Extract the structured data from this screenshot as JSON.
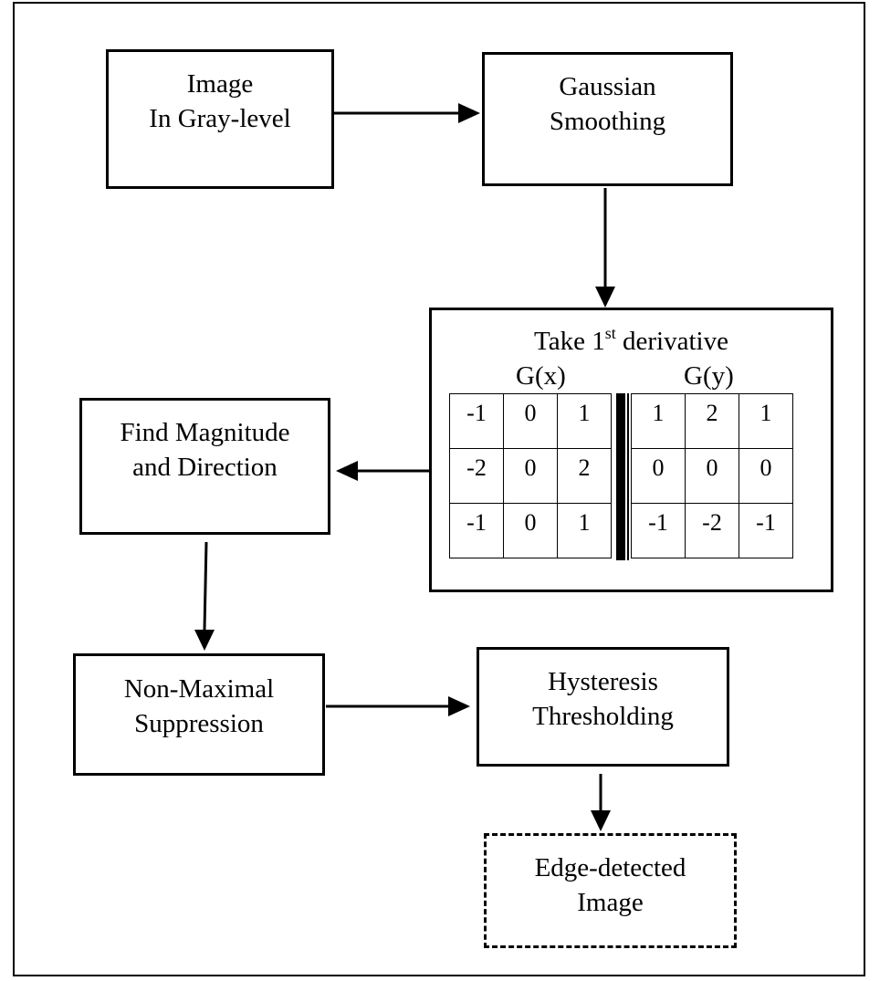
{
  "nodes": {
    "image": {
      "line1": "Image",
      "line2": "In Gray-level"
    },
    "gaussian": {
      "line1": "Gaussian",
      "line2": "Smoothing"
    },
    "derivative": {
      "title_pre": "Take 1",
      "title_sup": "st",
      "title_post": " derivative",
      "gx_label": "G(x)",
      "gy_label": "G(y)",
      "gx_kernel": [
        [
          "-1",
          "0",
          "1"
        ],
        [
          "-2",
          "0",
          "2"
        ],
        [
          "-1",
          "0",
          "1"
        ]
      ],
      "gy_kernel": [
        [
          "1",
          "2",
          "1"
        ],
        [
          "0",
          "0",
          "0"
        ],
        [
          "-1",
          "-2",
          "-1"
        ]
      ]
    },
    "magnitude": {
      "line1": "Find Magnitude",
      "line2": "and Direction"
    },
    "nonmax": {
      "line1": "Non-Maximal",
      "line2": "Suppression"
    },
    "hysteresis": {
      "line1": "Hysteresis",
      "line2": "Thresholding"
    },
    "edge": {
      "line1": "Edge-detected",
      "line2": "Image"
    }
  },
  "edges": [
    {
      "from": "image",
      "to": "gaussian"
    },
    {
      "from": "gaussian",
      "to": "derivative"
    },
    {
      "from": "derivative",
      "to": "magnitude"
    },
    {
      "from": "magnitude",
      "to": "nonmax"
    },
    {
      "from": "nonmax",
      "to": "hysteresis"
    },
    {
      "from": "hysteresis",
      "to": "edge"
    }
  ],
  "styles": {
    "stroke": "#000000",
    "background": "#ffffff",
    "output_border": "dashed"
  }
}
